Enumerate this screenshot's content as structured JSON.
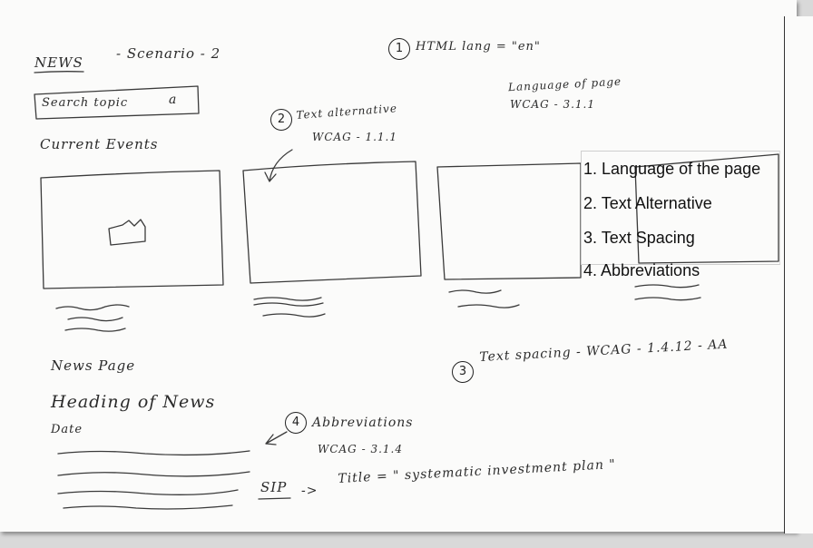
{
  "sketch": {
    "logo_text": "NEWS",
    "scenario": "- Scenario - 2",
    "search_placeholder": "Search topic",
    "search_icon_glyph": "a",
    "section_current_events": "Current Events",
    "news_page": "News Page",
    "heading_of_news": "Heading of News",
    "date_label": "Date",
    "abbr_term": "SIP",
    "abbr_arrow": "->",
    "abbr_title": "Title = \" systematic investment plan \""
  },
  "annotations": [
    {
      "number": "1",
      "text": "HTML lang = \"en\"",
      "sub": "Language of page",
      "sub2": "WCAG - 3.1.1"
    },
    {
      "number": "2",
      "text": "Text alternative",
      "sub": "WCAG - 1.1.1"
    },
    {
      "number": "3",
      "text": "Text spacing - WCAG - 1.4.12 - AA"
    },
    {
      "number": "4",
      "text": "Abbreviations",
      "sub": "WCAG - 3.1.4"
    }
  ],
  "legend": [
    "1. Language of the page",
    "2. Text Alternative",
    "3. Text Spacing",
    "4. Abbreviations"
  ],
  "colors": {
    "ink": "#2b2b2b",
    "paper": "#fbfbfa",
    "background": "#d9d9d9"
  }
}
